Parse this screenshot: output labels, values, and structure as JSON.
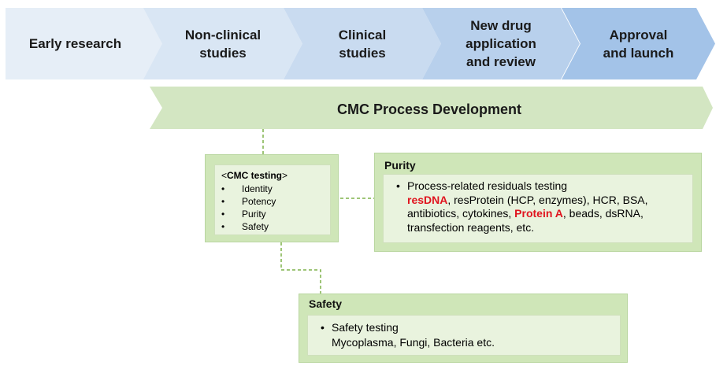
{
  "stages": [
    {
      "lines": [
        "Early research"
      ],
      "color": "#e6eef7"
    },
    {
      "lines": [
        "Non-clinical",
        "studies"
      ],
      "color": "#d9e6f4"
    },
    {
      "lines": [
        "Clinical",
        "studies"
      ],
      "color": "#c9dbf0"
    },
    {
      "lines": [
        "New drug",
        "application",
        "and review"
      ],
      "color": "#b8d0ec"
    },
    {
      "lines": [
        "Approval",
        "and launch"
      ],
      "color": "#a3c3e8"
    }
  ],
  "cmc_banner": {
    "label": "CMC Process Development",
    "color": "#d3e6c2"
  },
  "cmc_testing": {
    "open_bracket": "<",
    "title": "CMC testing",
    "close_bracket": ">",
    "items": [
      "Identity",
      "Potency",
      "Purity",
      "Safety"
    ]
  },
  "purity": {
    "title": "Purity",
    "line1": "Process-related residuals testing",
    "resdna": "resDNA",
    "part2": ", resProtein (HCP, enzymes), HCR, BSA,",
    "part3": "antibiotics, cytokines, ",
    "protein_a": "Protein A",
    "part4": ", beads, dsRNA,",
    "part5": "transfection reagents, etc."
  },
  "safety": {
    "title": "Safety",
    "line1": "Safety testing",
    "line2": "Mycoplasma, Fungi, Bacteria etc."
  },
  "colors": {
    "connector": "#7fb24a",
    "accent_red": "#e0141e"
  }
}
